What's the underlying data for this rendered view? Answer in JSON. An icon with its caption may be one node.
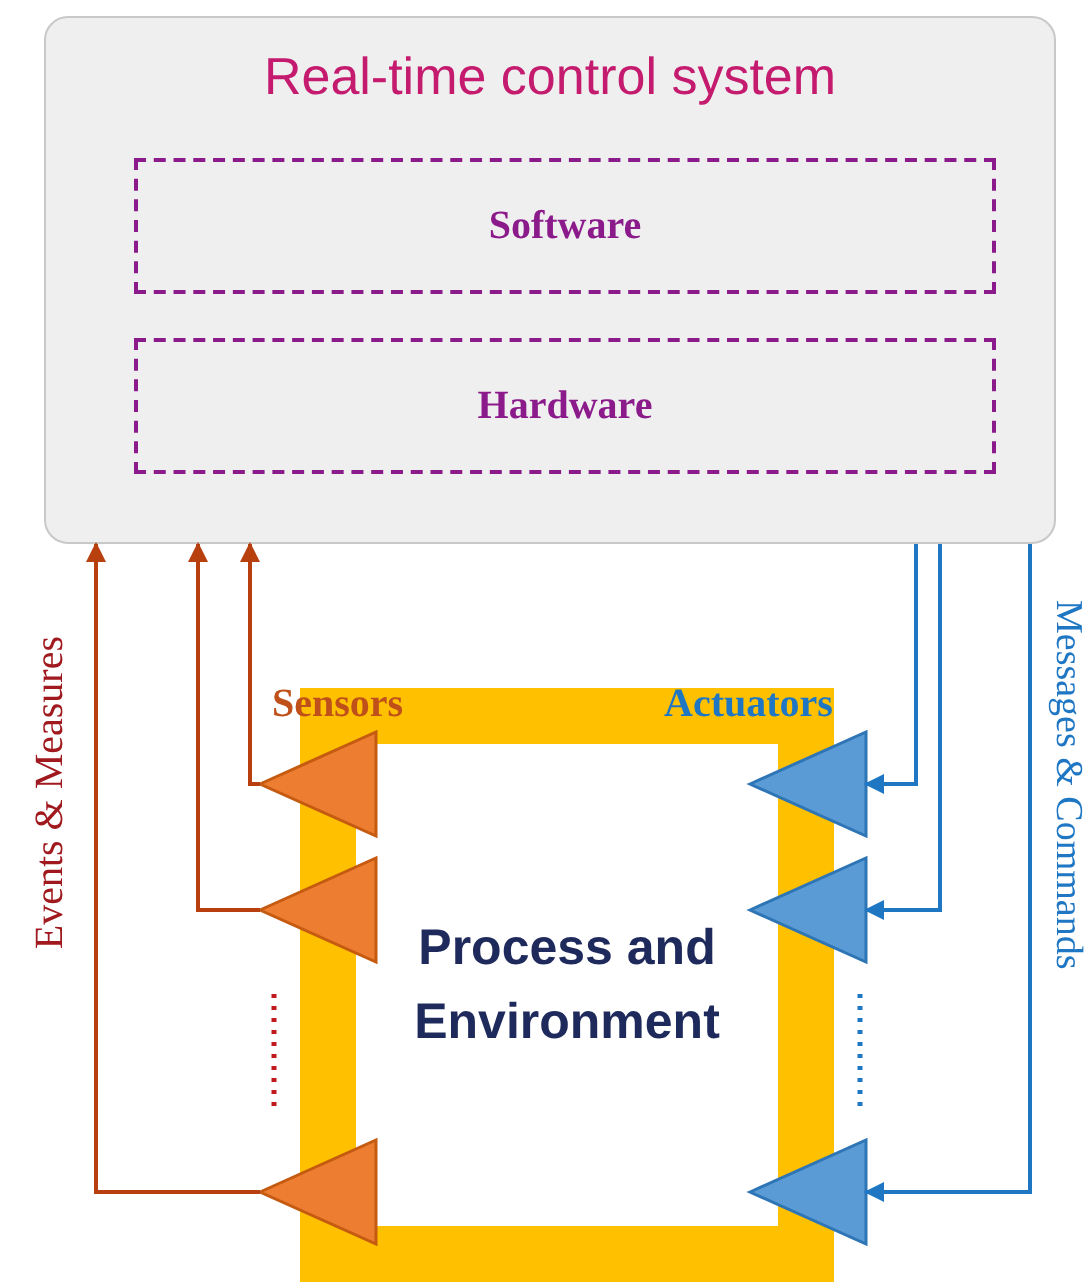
{
  "diagram": {
    "nodes": [
      {
        "text": [
          "Real-time control system"
        ]
      },
      {
        "text": [
          "Software"
        ],
        "in": 0
      },
      {
        "text": [
          "Hardware"
        ],
        "in": 0
      },
      {
        "text": [
          "Process and Environment"
        ]
      },
      {
        "text": [],
        "shape": "triangle"
      },
      {
        "text": [],
        "shape": "triangle"
      },
      {
        "text": [],
        "shape": "triangle"
      },
      {
        "text": [],
        "shape": "triangle"
      },
      {
        "text": [],
        "shape": "triangle"
      },
      {
        "text": [],
        "shape": "triangle"
      }
    ],
    "edges": [
      {
        "from": 4,
        "to": 0,
        "arrow": "to",
        "color": "#b8400f"
      },
      {
        "from": 5,
        "to": 0,
        "arrow": "to",
        "color": "#b8400f"
      },
      {
        "from": 6,
        "to": 0,
        "arrow": "to",
        "color": "#b8400f"
      },
      {
        "from": 0,
        "to": 7,
        "arrow": "to",
        "color": "#1f77c4"
      },
      {
        "from": 0,
        "to": 8,
        "arrow": "to",
        "color": "#1f77c4"
      },
      {
        "from": 0,
        "to": 9,
        "arrow": "to",
        "color": "#1f77c4"
      }
    ],
    "labels": [
      "Sensors",
      "Actuators",
      "Events & Measures",
      "Messages & Commands"
    ]
  }
}
